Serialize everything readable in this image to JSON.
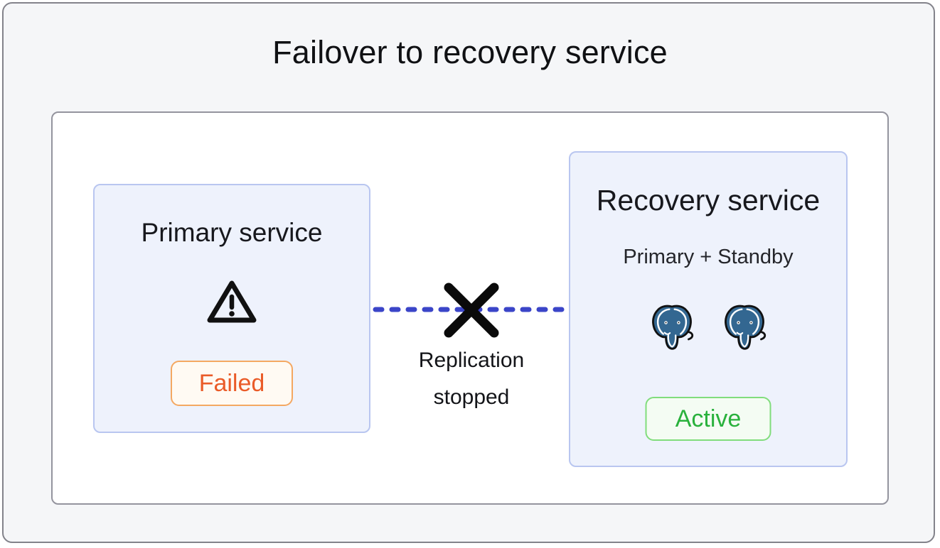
{
  "title": "Failover to recovery service",
  "primary_card": {
    "title": "Primary service",
    "status_label": "Failed",
    "status_icon": "warning-triangle"
  },
  "recovery_card": {
    "title": "Recovery service",
    "subtitle": "Primary + Standby",
    "status_label": "Active",
    "node_icon": "postgresql-elephant",
    "node_count": 2
  },
  "connection": {
    "label": "Replication stopped",
    "break_icon": "x-cross",
    "line_style": "dashed"
  },
  "colors": {
    "frame_background": "#f5f6f8",
    "frame_border": "#83838b",
    "card_background": "#eef2fc",
    "card_border": "#b9c6f0",
    "failed_text": "#ea5b28",
    "failed_border": "#f4a862",
    "failed_background": "#fffaf3",
    "active_text": "#29b13c",
    "active_border": "#81dd7c",
    "active_background": "#f4fcf3",
    "postgres_blue": "#336791",
    "link_blue": "#3b45c8",
    "x_mark": "#0a0a0a"
  }
}
